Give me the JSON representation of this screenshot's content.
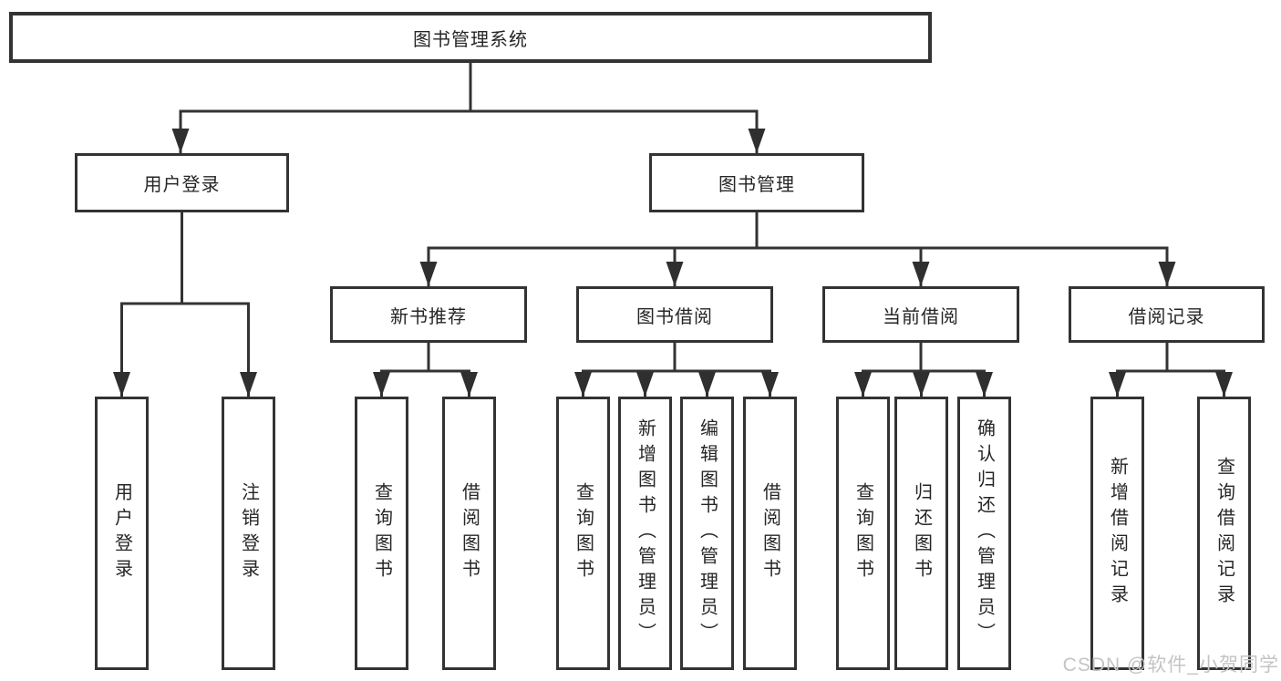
{
  "tree": {
    "root": {
      "label": "图书管理系统",
      "children": [
        {
          "label": "用户登录",
          "children": [
            {
              "label": "用户登录"
            },
            {
              "label": "注销登录"
            }
          ]
        },
        {
          "label": "图书管理",
          "children": [
            {
              "label": "新书推荐",
              "children": [
                {
                  "label": "查询图书"
                },
                {
                  "label": "借阅图书"
                }
              ]
            },
            {
              "label": "图书借阅",
              "children": [
                {
                  "label": "查询图书"
                },
                {
                  "label": "新增图书（管理员）"
                },
                {
                  "label": "编辑图书（管理员）"
                },
                {
                  "label": "借阅图书"
                }
              ]
            },
            {
              "label": "当前借阅",
              "children": [
                {
                  "label": "查询图书"
                },
                {
                  "label": "归还图书"
                },
                {
                  "label": "确认归还（管理员）"
                }
              ]
            },
            {
              "label": "借阅记录",
              "children": [
                {
                  "label": "新增借阅记录"
                },
                {
                  "label": "查询借阅记录"
                }
              ]
            }
          ]
        }
      ]
    }
  },
  "watermark": {
    "text": "CSDN @软件_小贺同学"
  },
  "colors": {
    "line": "#333333",
    "box_border": "#333333",
    "text": "#262626",
    "watermark_gray": "#c4c4c4"
  }
}
